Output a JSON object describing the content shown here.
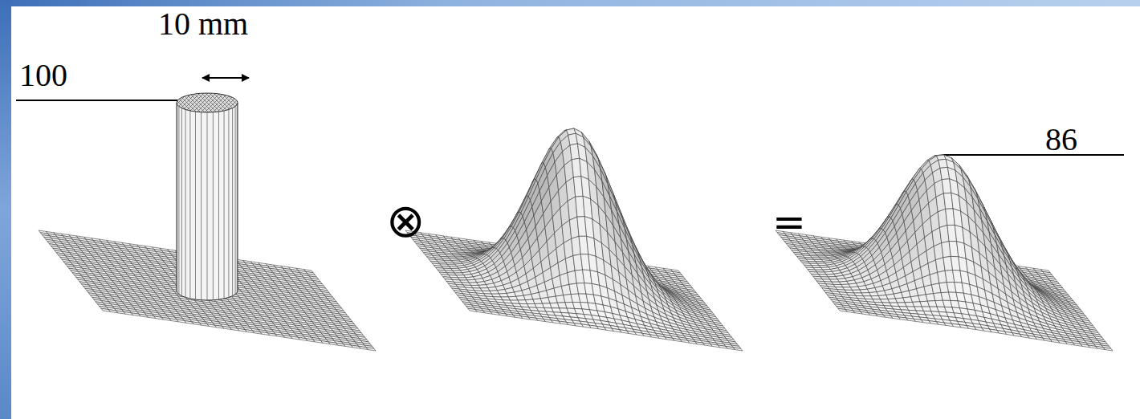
{
  "diagram": {
    "labels": [
      "100",
      "10 mm",
      "⊗",
      "=",
      "86"
    ]
  }
}
